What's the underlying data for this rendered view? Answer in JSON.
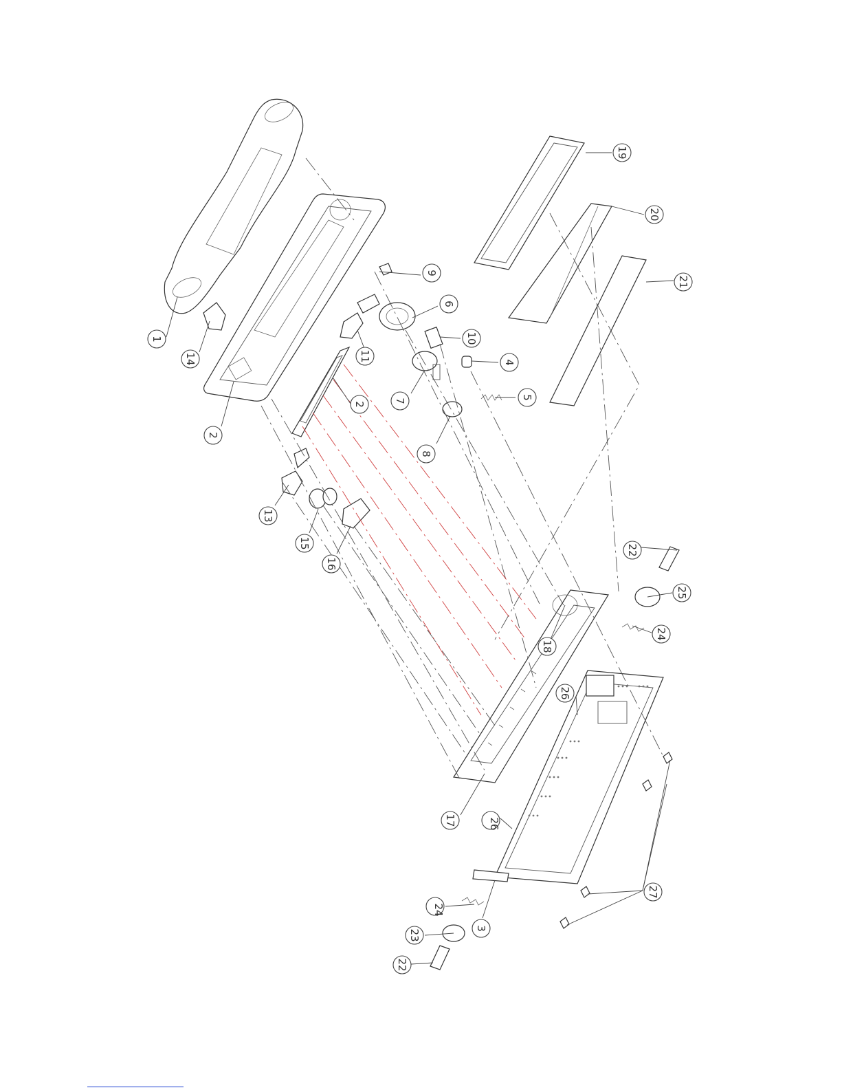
{
  "callouts": [
    {
      "id": "c1",
      "label": "1"
    },
    {
      "id": "c2a",
      "label": "2"
    },
    {
      "id": "c2b",
      "label": "2"
    },
    {
      "id": "c3",
      "label": "3"
    },
    {
      "id": "c4",
      "label": "4"
    },
    {
      "id": "c5",
      "label": "5"
    },
    {
      "id": "c6",
      "label": "6"
    },
    {
      "id": "c7",
      "label": "7"
    },
    {
      "id": "c8",
      "label": "8"
    },
    {
      "id": "c9",
      "label": "9"
    },
    {
      "id": "c10",
      "label": "10"
    },
    {
      "id": "c11",
      "label": "11"
    },
    {
      "id": "c13",
      "label": "13"
    },
    {
      "id": "c14",
      "label": "14"
    },
    {
      "id": "c15",
      "label": "15"
    },
    {
      "id": "c16",
      "label": "16"
    },
    {
      "id": "c17",
      "label": "17"
    },
    {
      "id": "c18",
      "label": "18"
    },
    {
      "id": "c19",
      "label": "19"
    },
    {
      "id": "c20",
      "label": "20"
    },
    {
      "id": "c21",
      "label": "21"
    },
    {
      "id": "c22a",
      "label": "22"
    },
    {
      "id": "c22b",
      "label": "22"
    },
    {
      "id": "c23",
      "label": "23"
    },
    {
      "id": "c24a",
      "label": "24"
    },
    {
      "id": "c24b",
      "label": "24"
    },
    {
      "id": "c25",
      "label": "25"
    },
    {
      "id": "c26a",
      "label": "26"
    },
    {
      "id": "c26b",
      "label": "26"
    },
    {
      "id": "c27",
      "label": "27"
    }
  ]
}
